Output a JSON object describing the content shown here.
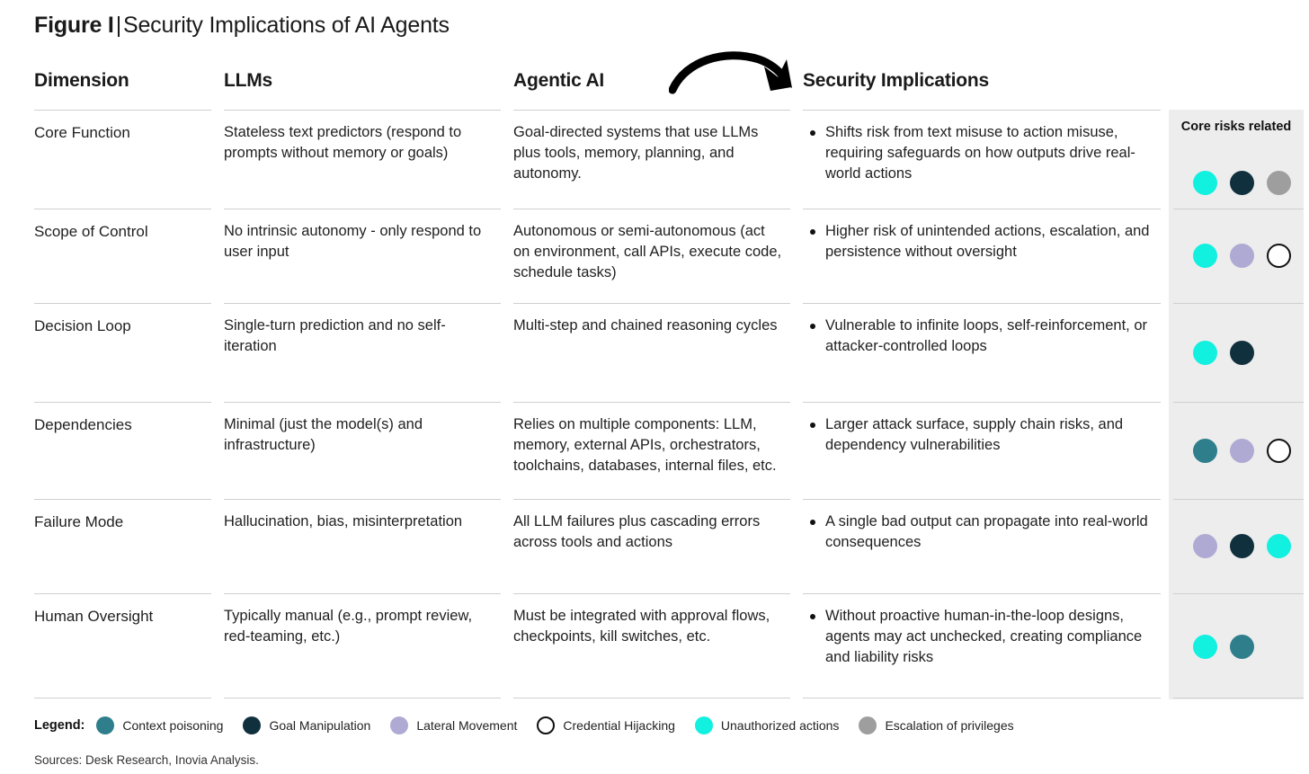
{
  "title": {
    "figure_label": "Figure I",
    "separator": "|",
    "subject": "Security Implications of AI Agents"
  },
  "columns": {
    "dimension": "Dimension",
    "llms": "LLMs",
    "agentic": "Agentic AI",
    "security": "Security Implications",
    "core_risks": "Core risks related"
  },
  "palette": {
    "cyan": "#12F0E0",
    "navy": "#10303E",
    "gray": "#9E9E9E",
    "lavender": "#AFAAD3",
    "teal": "#2E7E8C",
    "white": "#FFFFFF",
    "row_band": "#EDEDED",
    "rule": "#CFCFCF",
    "text": "#1F1F1F"
  },
  "rows": [
    {
      "dimension": "Core Function",
      "llms": "Stateless text predictors (respond to prompts without memory or goals)",
      "agentic": "Goal-directed systems that use LLMs plus tools, memory, planning, and autonomy.",
      "security": "Shifts risk from text misuse to action misuse, requiring safeguards on how outputs drive real-world actions",
      "risks": [
        "cyan",
        "navy",
        "gray"
      ]
    },
    {
      "dimension": "Scope of Control",
      "llms": "No intrinsic autonomy - only respond to user input",
      "agentic": "Autonomous or semi-autonomous (act on environment, call APIs, execute code, schedule tasks)",
      "security": "Higher risk of unintended actions, escalation, and persistence without oversight",
      "risks": [
        "cyan",
        "lavender",
        "white"
      ]
    },
    {
      "dimension": "Decision Loop",
      "llms": "Single-turn prediction and no self-iteration",
      "agentic": "Multi-step and chained reasoning cycles",
      "security": "Vulnerable to infinite loops, self-reinforcement, or attacker-controlled loops",
      "risks": [
        "cyan",
        "navy"
      ]
    },
    {
      "dimension": "Dependencies",
      "llms": "Minimal (just the model(s) and infrastructure)",
      "agentic": "Relies on multiple components: LLM, memory, external APIs, orchestrators, toolchains, databases, internal files, etc.",
      "security": "Larger attack surface, supply chain risks, and dependency vulnerabilities",
      "risks": [
        "teal",
        "lavender",
        "white"
      ]
    },
    {
      "dimension": "Failure Mode",
      "llms": "Hallucination, bias, misinterpretation",
      "agentic": "All LLM failures plus cascading errors across tools and actions",
      "security": "A single bad output can propagate into real-world consequences",
      "risks": [
        "lavender",
        "navy",
        "cyan"
      ]
    },
    {
      "dimension": "Human Oversight",
      "llms": "Typically manual (e.g., prompt review, red-teaming, etc.)",
      "agentic": "Must be integrated with approval flows, checkpoints, kill switches, etc.",
      "security": "Without proactive human-in-the-loop designs, agents may act unchecked, creating compliance and liability risks",
      "risks": [
        "cyan",
        "teal"
      ]
    }
  ],
  "legend": {
    "label": "Legend:",
    "items": [
      {
        "color": "teal",
        "name": "Context poisoning"
      },
      {
        "color": "navy",
        "name": "Goal Manipulation"
      },
      {
        "color": "lavender",
        "name": "Lateral Movement"
      },
      {
        "color": "white",
        "name": "Credential Hijacking"
      },
      {
        "color": "cyan",
        "name": "Unauthorized actions"
      },
      {
        "color": "gray",
        "name": "Escalation of privileges"
      }
    ]
  },
  "sources": "Sources: Desk Research, Inovia Analysis."
}
